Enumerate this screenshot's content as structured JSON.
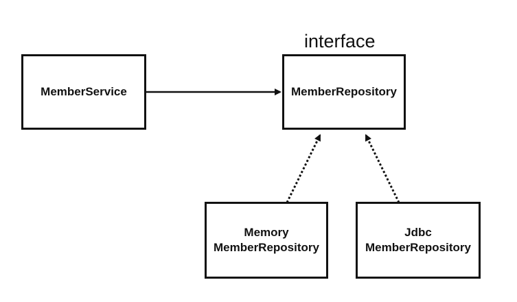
{
  "nodes": {
    "member_service": {
      "label": "MemberService"
    },
    "member_repository": {
      "stereotype": "interface",
      "label": "MemberRepository"
    },
    "memory_repository": {
      "line1": "Memory",
      "line2": "MemberRepository"
    },
    "jdbc_repository": {
      "line1": "Jdbc",
      "line2": "MemberRepository"
    }
  },
  "edges": [
    {
      "from": "MemberService",
      "to": "MemberRepository",
      "style": "solid",
      "meaning": "dependency"
    },
    {
      "from": "Memory MemberRepository",
      "to": "MemberRepository",
      "style": "dotted",
      "meaning": "implements"
    },
    {
      "from": "Jdbc MemberRepository",
      "to": "MemberRepository",
      "style": "dotted",
      "meaning": "implements"
    }
  ],
  "colors": {
    "stroke": "#111111",
    "background": "#ffffff"
  }
}
